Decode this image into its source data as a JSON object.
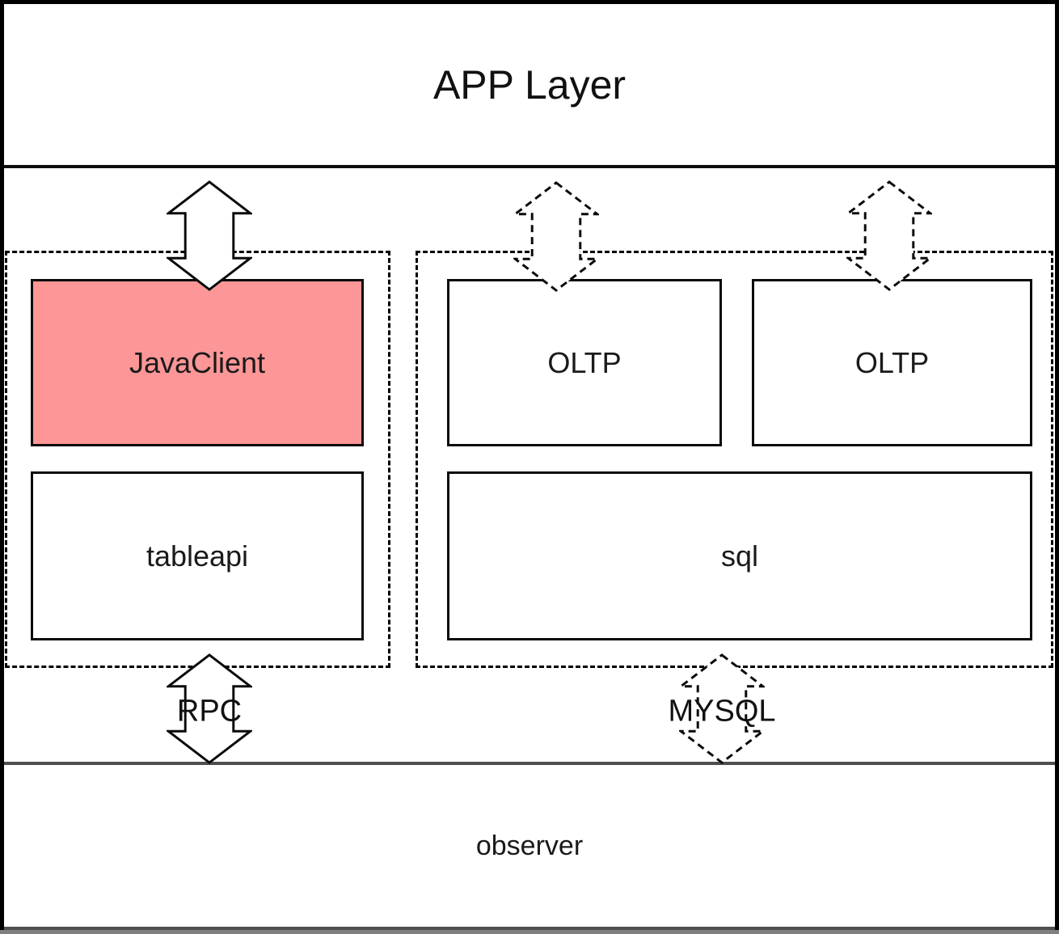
{
  "diagram": {
    "app_layer_label": "APP Layer",
    "client_group": {
      "javaclient_label": "JavaClient",
      "tableapi_label": "tableapi"
    },
    "server_group": {
      "oltp_left_label": "OLTP",
      "oltp_right_label": "OLTP",
      "sql_label": "sql"
    },
    "observer_label": "observer",
    "connectors": {
      "rpc_label": "RPC",
      "mysql_label": "MYSQL"
    },
    "colors": {
      "highlight_fill": "#fd9697",
      "box_border": "#000000",
      "observer_border": "#4f4f4f",
      "bottom_strip": "#7f7f7f"
    }
  }
}
